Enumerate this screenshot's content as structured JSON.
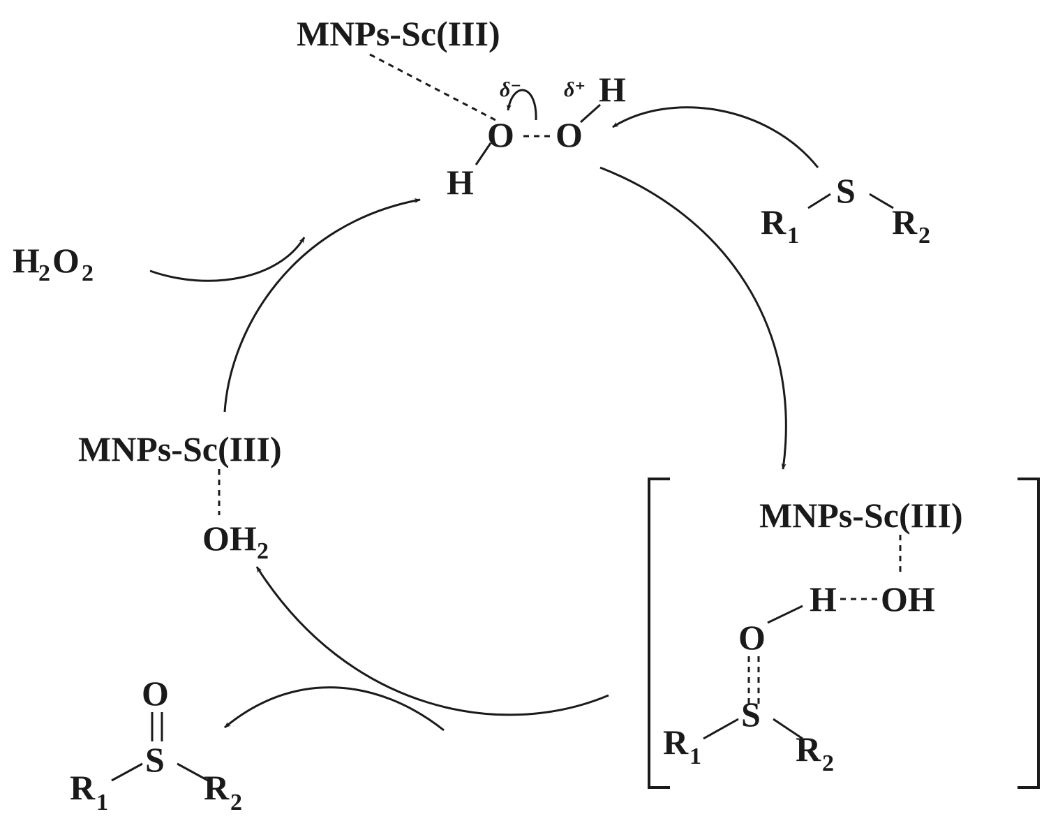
{
  "catalyst_label": "MNPs-Sc(III)",
  "peroxide": {
    "o_left": "O",
    "o_right": "O",
    "h_left": "H",
    "h_right": "H",
    "delta_minus": "δ⁻",
    "delta_plus": "δ⁺"
  },
  "h2o2": {
    "h1": "H",
    "sub1": "2",
    "o": "O",
    "sub2": "2"
  },
  "sulfide": {
    "s": "S",
    "r1": "R",
    "r1_sub": "1",
    "r2": "R",
    "r2_sub": "2"
  },
  "hydrated_catalyst": {
    "oh2": "OH",
    "sub": "2"
  },
  "intermediate": {
    "h": "H",
    "oh": "OH",
    "o": "O",
    "s": "S",
    "r1": "R",
    "r1_sub": "1",
    "r2": "R",
    "r2_sub": "2"
  },
  "sulfoxide_product": {
    "o": "O",
    "s": "S",
    "r1": "R",
    "r1_sub": "1",
    "r2": "R",
    "r2_sub": "2"
  }
}
